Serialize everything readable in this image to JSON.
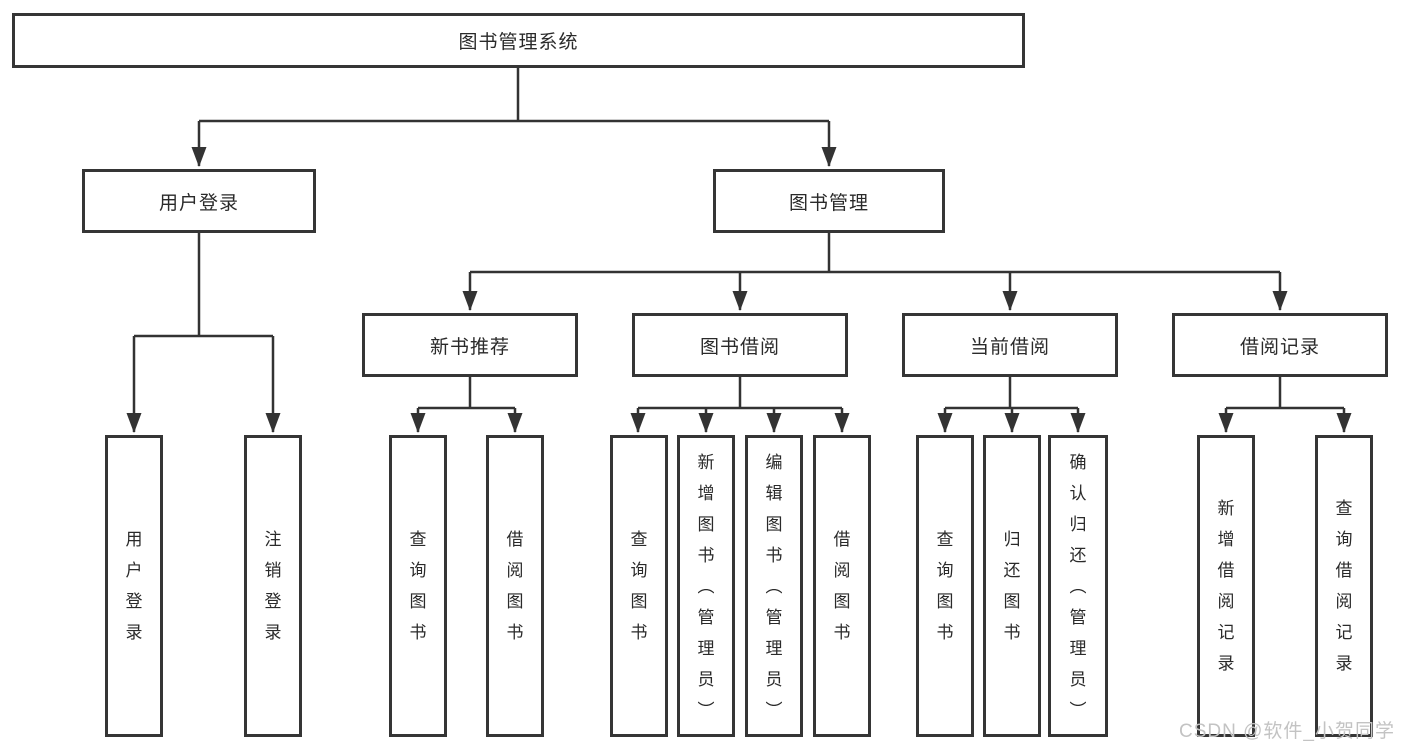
{
  "diagram": {
    "root": {
      "label": "图书管理系统"
    },
    "level2": [
      {
        "label": "用户登录"
      },
      {
        "label": "图书管理"
      }
    ],
    "level3": [
      {
        "label": "新书推荐"
      },
      {
        "label": "图书借阅"
      },
      {
        "label": "当前借阅"
      },
      {
        "label": "借阅记录"
      }
    ],
    "leaves": [
      {
        "label": "用户登录"
      },
      {
        "label": "注销登录"
      },
      {
        "label": "查询图书"
      },
      {
        "label": "借阅图书"
      },
      {
        "label": "查询图书"
      },
      {
        "label": "新增图书（管理员）"
      },
      {
        "label": "编辑图书（管理员）"
      },
      {
        "label": "借阅图书"
      },
      {
        "label": "查询图书"
      },
      {
        "label": "归还图书"
      },
      {
        "label": "确认归还（管理员）"
      },
      {
        "label": "新增借阅记录"
      },
      {
        "label": "查询借阅记录"
      }
    ]
  },
  "watermark": {
    "text": "CSDN @软件_小贺同学"
  },
  "colors": {
    "line": "#333333",
    "box_border": "#353535",
    "text": "#2a2a2a",
    "watermark": "#c3c3c3",
    "background": "#ffffff"
  }
}
